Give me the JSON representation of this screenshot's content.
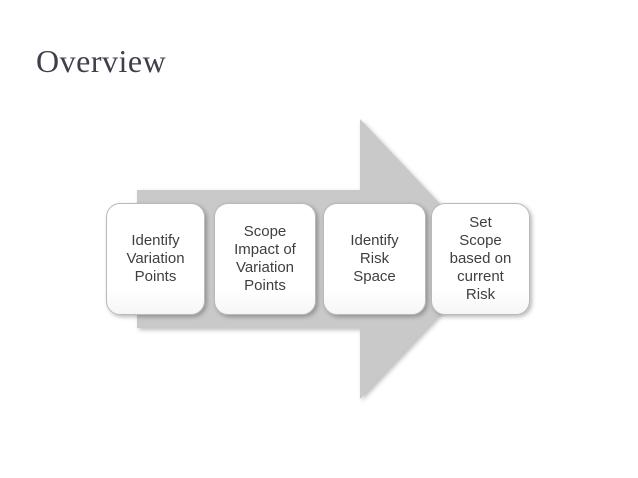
{
  "slide": {
    "title": "Overview",
    "diagram": {
      "type": "process-arrow",
      "arrow_fill": "#c9c9c9",
      "steps": [
        {
          "label": "Identify\nVariation\nPoints"
        },
        {
          "label": "Scope\nImpact of\nVariation\nPoints"
        },
        {
          "label": "Identify\nRisk\nSpace"
        },
        {
          "label": "Set\nScope\nbased on\ncurrent\nRisk"
        }
      ]
    }
  },
  "colors": {
    "background": "#ffffff",
    "title_text": "#3f3f4c",
    "step_text": "#3f3f3f",
    "arrow_fill": "#c9c9c9",
    "step_border": "#b9b9b9"
  }
}
